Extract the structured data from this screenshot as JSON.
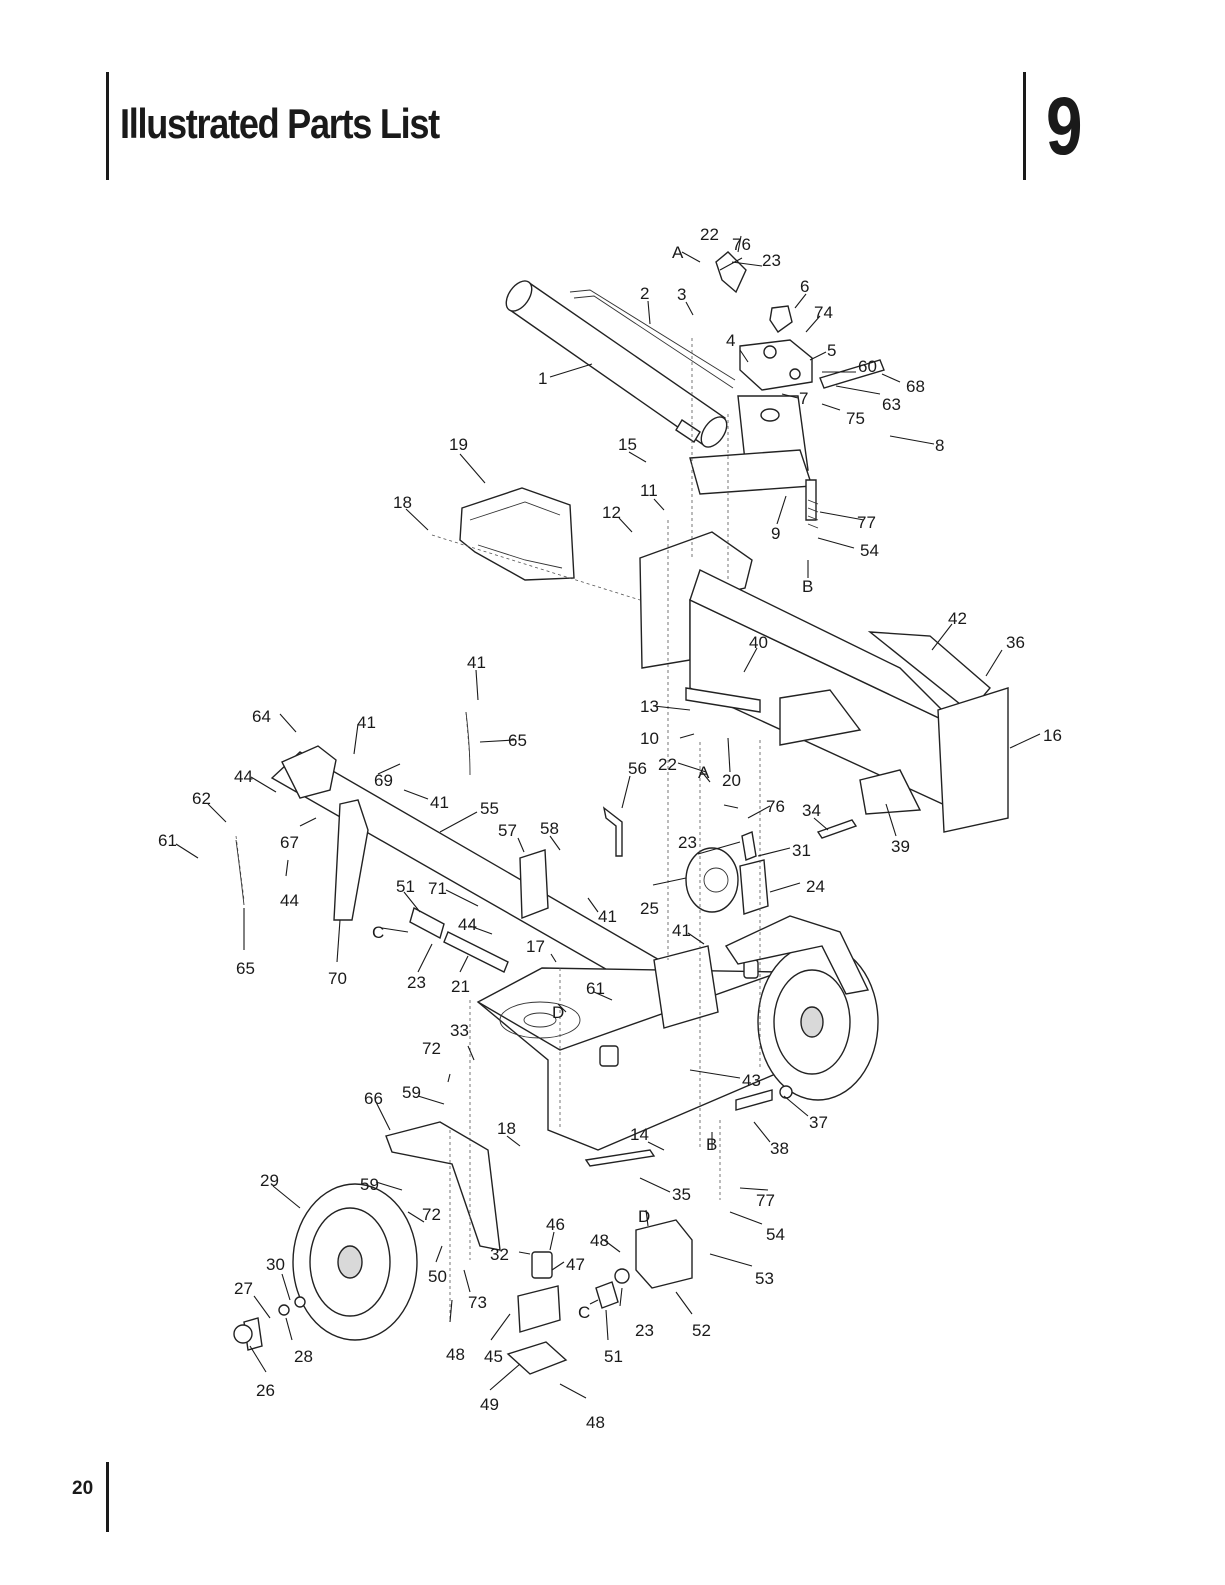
{
  "header": {
    "title": "Illustrated Parts List",
    "chapter_number": "9"
  },
  "footer": {
    "page_number": "20"
  },
  "diagram": {
    "callouts": [
      "1",
      "2",
      "3",
      "4",
      "5",
      "6",
      "7",
      "8",
      "9",
      "10",
      "11",
      "12",
      "13",
      "14",
      "15",
      "16",
      "17",
      "18",
      "18b",
      "19",
      "20",
      "21",
      "22",
      "22b",
      "23",
      "23b",
      "23c",
      "23d",
      "24",
      "25",
      "26",
      "27",
      "28",
      "29",
      "30",
      "31",
      "32",
      "33",
      "34",
      "35",
      "36",
      "37",
      "38",
      "39",
      "40",
      "41",
      "41b",
      "41c",
      "41d",
      "41e",
      "42",
      "43",
      "44",
      "44b",
      "44c",
      "45",
      "46",
      "47",
      "48",
      "48b",
      "48c",
      "49",
      "50",
      "51",
      "51b",
      "52",
      "53",
      "54",
      "54b",
      "55",
      "56",
      "57",
      "58",
      "59",
      "59b",
      "60",
      "61",
      "61b",
      "62",
      "63",
      "64",
      "65",
      "65b",
      "66",
      "67",
      "68",
      "69",
      "70",
      "71",
      "72",
      "72b",
      "73",
      "74",
      "75",
      "76",
      "76b",
      "77",
      "77b",
      "A",
      "Ab",
      "B",
      "Bb",
      "C",
      "Cb",
      "D",
      "Db"
    ],
    "labels": {
      "1": "1",
      "2": "2",
      "3": "3",
      "4": "4",
      "5": "5",
      "6": "6",
      "7": "7",
      "8": "8",
      "9": "9",
      "10": "10",
      "11": "11",
      "12": "12",
      "13": "13",
      "14": "14",
      "15": "15",
      "16": "16",
      "17": "17",
      "18": "18",
      "18b": "18",
      "19": "19",
      "20": "20",
      "21": "21",
      "22": "22",
      "22b": "22",
      "23": "23",
      "23b": "23",
      "23c": "23",
      "23d": "23",
      "24": "24",
      "25": "25",
      "26": "26",
      "27": "27",
      "28": "28",
      "29": "29",
      "30": "30",
      "31": "31",
      "32": "32",
      "33": "33",
      "34": "34",
      "35": "35",
      "36": "36",
      "37": "37",
      "38": "38",
      "39": "39",
      "40": "40",
      "41": "41",
      "41b": "41",
      "41c": "41",
      "41d": "41",
      "41e": "41",
      "42": "42",
      "43": "43",
      "44": "44",
      "44b": "44",
      "44c": "44",
      "45": "45",
      "46": "46",
      "47": "47",
      "48": "48",
      "48b": "48",
      "48c": "48",
      "49": "49",
      "50": "50",
      "51": "51",
      "51b": "51",
      "52": "52",
      "53": "53",
      "54": "54",
      "54b": "54",
      "55": "55",
      "56": "56",
      "57": "57",
      "58": "58",
      "59": "59",
      "59b": "59",
      "60": "60",
      "61": "61",
      "61b": "61",
      "62": "62",
      "63": "63",
      "64": "64",
      "65": "65",
      "65b": "65",
      "66": "66",
      "67": "67",
      "68": "68",
      "69": "69",
      "70": "70",
      "71": "71",
      "72": "72",
      "72b": "72",
      "73": "73",
      "74": "74",
      "75": "75",
      "76": "76",
      "76b": "76",
      "77": "77",
      "77b": "77",
      "A": "A",
      "Ab": "A",
      "B": "B",
      "Bb": "B",
      "C": "C",
      "Cb": "C",
      "D": "D",
      "Db": "D"
    }
  }
}
